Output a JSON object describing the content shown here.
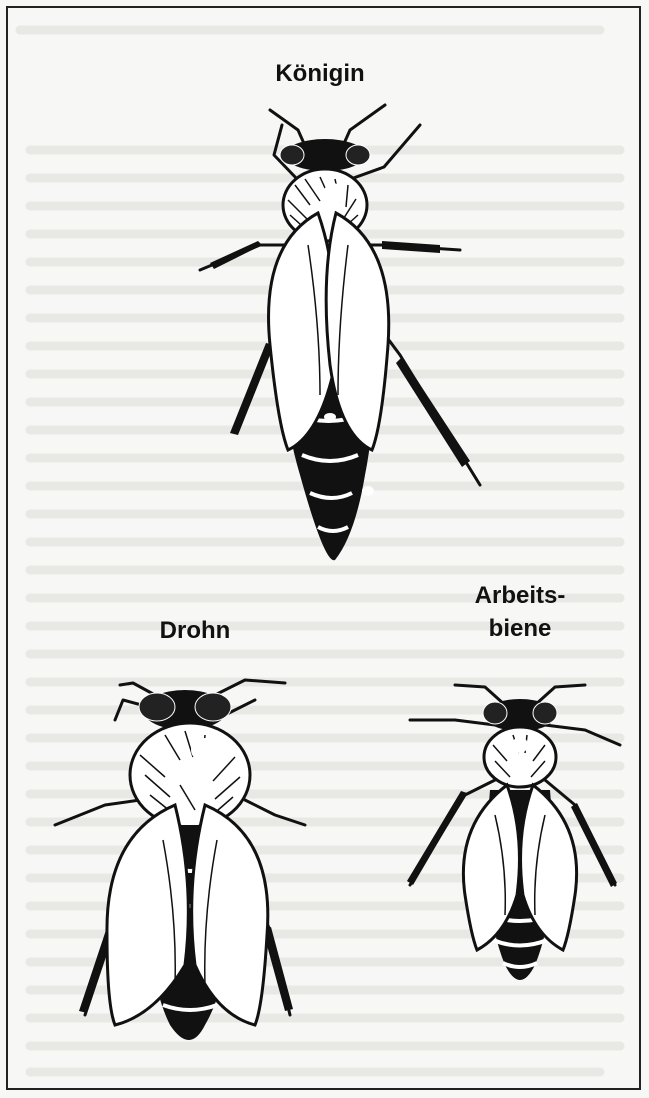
{
  "figure": {
    "labels": {
      "queen": "Königin",
      "drone": "Drohn",
      "worker_line1": "Arbeits-",
      "worker_line2": "biene"
    },
    "colors": {
      "ink": "#111111",
      "wing": "#ffffff",
      "background": "#f7f7f5",
      "ghost_text": "#d8d8d4"
    }
  }
}
